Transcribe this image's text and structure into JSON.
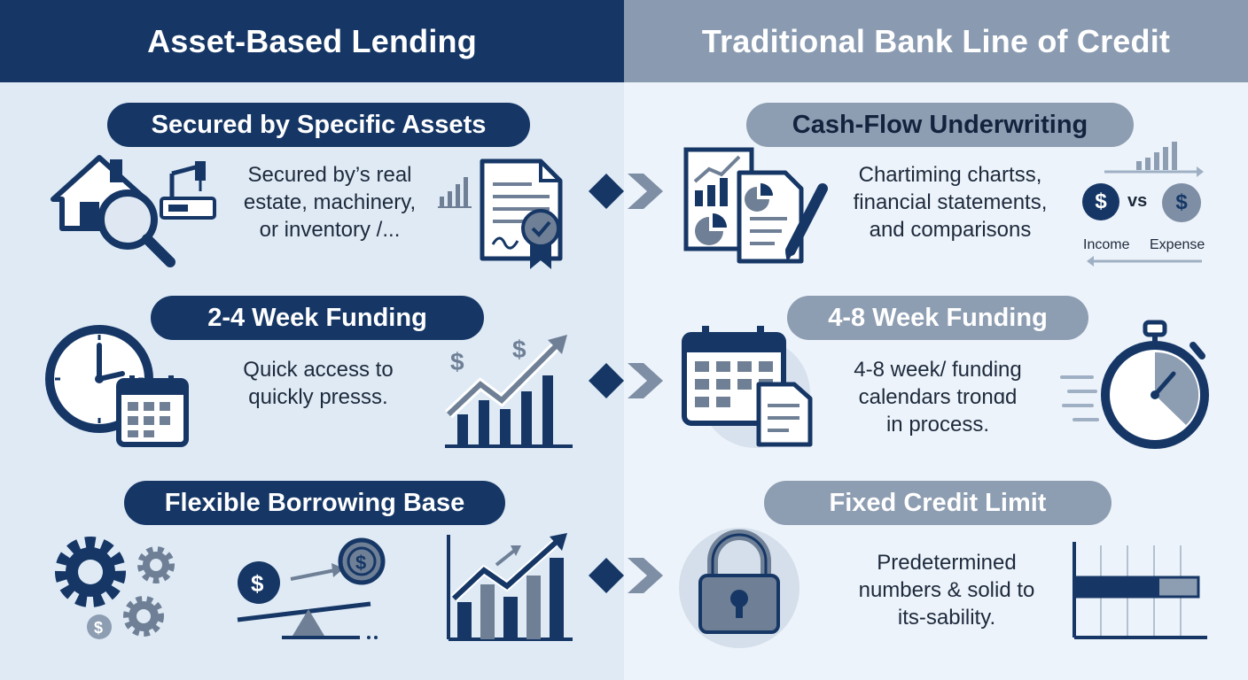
{
  "left": {
    "title": "Asset-Based Lending",
    "sections": [
      {
        "heading": "Secured by Specific Assets",
        "lines": [
          "Secured by’s real",
          "estate, machinery,",
          "or inventory /..."
        ]
      },
      {
        "heading": "2-4 Week Funding",
        "lines": [
          "Quick access to",
          "quickly presss."
        ]
      },
      {
        "heading": "Flexible Borrowing Base",
        "lines": []
      }
    ]
  },
  "right": {
    "title": "Traditional Bank Line of Credit",
    "sections": [
      {
        "heading": "Cash-Flow Underwriting",
        "lines": [
          "Chartiming chartss,",
          "financial statements,",
          "and comparisons"
        ],
        "compare": {
          "left_symbol": "$",
          "vs": "vs",
          "right_symbol": "$",
          "left_label": "Income",
          "right_label": "Expense"
        }
      },
      {
        "heading": "4-8 Week Funding",
        "lines": [
          "4-8 week/ funding",
          "calendars tronɑd",
          "in process."
        ]
      },
      {
        "heading": "Fixed Credit Limit",
        "lines": [
          "Predetermined",
          "numbers & solid to",
          "its-sability."
        ]
      }
    ]
  },
  "icons": {
    "dollar": "$"
  },
  "colors": {
    "navy": "#163766",
    "slate": "#8a9bb1",
    "gray_icon": "#6f8096",
    "left_bg": "#dfeaf5",
    "right_bg": "#edf3fa"
  }
}
